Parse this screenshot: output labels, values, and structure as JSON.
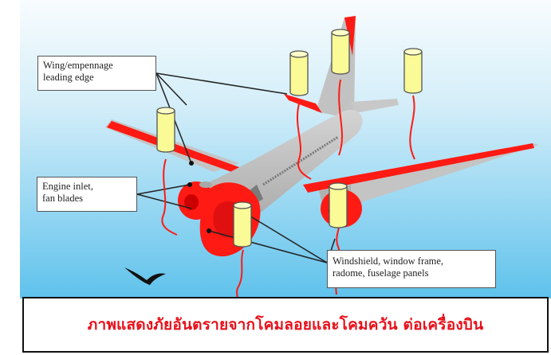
{
  "labels": {
    "wing": [
      "Wing/empennage",
      "leading edge"
    ],
    "engine": [
      "Engine inlet,",
      "fan blades"
    ],
    "windshield": [
      "Windshield, window frame,",
      "radome, fuselage panels"
    ]
  },
  "caption": "ภาพแสดงภัยอันตรายจากโคมลอยและโคมควัน ต่อเครื่องบิน",
  "colors": {
    "sky_top": "#f8fcfe",
    "sky_bottom": "#5fc2ec",
    "fuselage": "#bdbdbd",
    "hazard_red": "#ff1a14",
    "lantern_fill": "#fafa96",
    "caption_text": "#e8101a"
  },
  "icons": [
    "sky-lantern-icon",
    "bird-icon"
  ]
}
